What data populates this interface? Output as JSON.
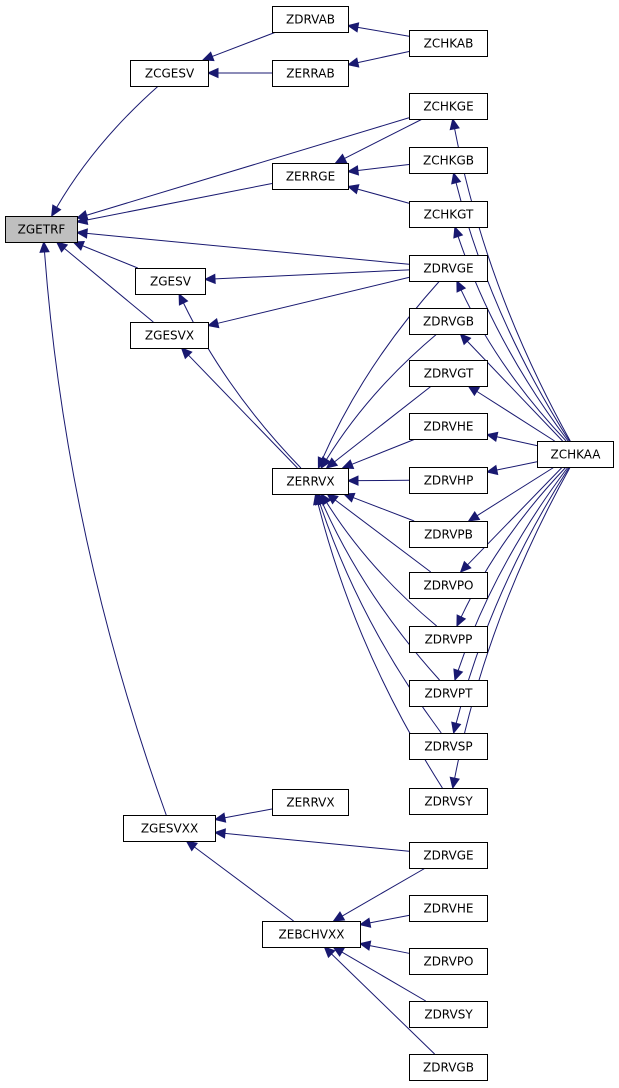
{
  "graph": {
    "nodes": [
      {
        "id": "n_zgetrf",
        "label": "ZGETRF",
        "highlight": true
      },
      {
        "id": "n_zcgesv",
        "label": "ZCGESV"
      },
      {
        "id": "n_zdrvab",
        "label": "ZDRVAB"
      },
      {
        "id": "n_zerrab",
        "label": "ZERRAB"
      },
      {
        "id": "n_zchkab",
        "label": "ZCHKAB"
      },
      {
        "id": "n_zchkge",
        "label": "ZCHKGE"
      },
      {
        "id": "n_zerrge",
        "label": "ZERRGE"
      },
      {
        "id": "n_zchkgb",
        "label": "ZCHKGB"
      },
      {
        "id": "n_zchkgt",
        "label": "ZCHKGT"
      },
      {
        "id": "n_zgesv",
        "label": "ZGESV"
      },
      {
        "id": "n_zdrvge",
        "label": "ZDRVGE"
      },
      {
        "id": "n_zgesvx",
        "label": "ZGESVX"
      },
      {
        "id": "n_zdrvgb",
        "label": "ZDRVGB"
      },
      {
        "id": "n_zdrvgt",
        "label": "ZDRVGT"
      },
      {
        "id": "n_zdrvhe",
        "label": "ZDRVHE"
      },
      {
        "id": "n_zchkaa",
        "label": "ZCHKAA"
      },
      {
        "id": "n_zerrvx",
        "label": "ZERRVX"
      },
      {
        "id": "n_zdrvhp",
        "label": "ZDRVHP"
      },
      {
        "id": "n_zdrvpb",
        "label": "ZDRVPB"
      },
      {
        "id": "n_zdrvpo",
        "label": "ZDRVPO"
      },
      {
        "id": "n_zdrvpp",
        "label": "ZDRVPP"
      },
      {
        "id": "n_zdrvpt",
        "label": "ZDRVPT"
      },
      {
        "id": "n_zdrvsp",
        "label": "ZDRVSP"
      },
      {
        "id": "n_zdrvsy",
        "label": "ZDRVSY"
      },
      {
        "id": "n_zgesvxx",
        "label": "ZGESVXX"
      },
      {
        "id": "n_zerrvx2",
        "label": "ZERRVX"
      },
      {
        "id": "n_zdrvge2",
        "label": "ZDRVGE"
      },
      {
        "id": "n_zebchvxx",
        "label": "ZEBCHVXX"
      },
      {
        "id": "n_zdrvhe2",
        "label": "ZDRVHE"
      },
      {
        "id": "n_zdrvpo2",
        "label": "ZDRVPO"
      },
      {
        "id": "n_zdrvsy2",
        "label": "ZDRVSY"
      },
      {
        "id": "n_zdrvgb2",
        "label": "ZDRVGB"
      }
    ],
    "edges": [
      {
        "from": "n_zcgesv",
        "to": "n_zgetrf"
      },
      {
        "from": "n_zchkge",
        "to": "n_zgetrf"
      },
      {
        "from": "n_zerrge",
        "to": "n_zgetrf"
      },
      {
        "from": "n_zdrvge",
        "to": "n_zgetrf"
      },
      {
        "from": "n_zgesv",
        "to": "n_zgetrf"
      },
      {
        "from": "n_zgesvx",
        "to": "n_zgetrf"
      },
      {
        "from": "n_zgesvxx",
        "to": "n_zgetrf"
      },
      {
        "from": "n_zdrvab",
        "to": "n_zcgesv"
      },
      {
        "from": "n_zerrab",
        "to": "n_zcgesv"
      },
      {
        "from": "n_zchkab",
        "to": "n_zdrvab"
      },
      {
        "from": "n_zchkab",
        "to": "n_zerrab"
      },
      {
        "from": "n_zchkge",
        "to": "n_zerrge"
      },
      {
        "from": "n_zchkgb",
        "to": "n_zerrge"
      },
      {
        "from": "n_zchkgt",
        "to": "n_zerrge"
      },
      {
        "from": "n_zdrvge",
        "to": "n_zgesv"
      },
      {
        "from": "n_zerrvx",
        "to": "n_zgesv"
      },
      {
        "from": "n_zdrvge",
        "to": "n_zgesvx"
      },
      {
        "from": "n_zerrvx",
        "to": "n_zgesvx"
      },
      {
        "from": "n_zdrvge",
        "to": "n_zerrvx"
      },
      {
        "from": "n_zdrvgb",
        "to": "n_zerrvx"
      },
      {
        "from": "n_zdrvgt",
        "to": "n_zerrvx"
      },
      {
        "from": "n_zdrvhe",
        "to": "n_zerrvx"
      },
      {
        "from": "n_zdrvhp",
        "to": "n_zerrvx"
      },
      {
        "from": "n_zdrvpb",
        "to": "n_zerrvx"
      },
      {
        "from": "n_zdrvpo",
        "to": "n_zerrvx"
      },
      {
        "from": "n_zdrvpp",
        "to": "n_zerrvx"
      },
      {
        "from": "n_zdrvpt",
        "to": "n_zerrvx"
      },
      {
        "from": "n_zdrvsp",
        "to": "n_zerrvx"
      },
      {
        "from": "n_zdrvsy",
        "to": "n_zerrvx"
      },
      {
        "from": "n_zchkaa",
        "to": "n_zchkge"
      },
      {
        "from": "n_zchkaa",
        "to": "n_zchkgb"
      },
      {
        "from": "n_zchkaa",
        "to": "n_zchkgt"
      },
      {
        "from": "n_zchkaa",
        "to": "n_zdrvge"
      },
      {
        "from": "n_zchkaa",
        "to": "n_zdrvgb"
      },
      {
        "from": "n_zchkaa",
        "to": "n_zdrvgt"
      },
      {
        "from": "n_zchkaa",
        "to": "n_zdrvhe"
      },
      {
        "from": "n_zchkaa",
        "to": "n_zdrvhp"
      },
      {
        "from": "n_zchkaa",
        "to": "n_zdrvpb"
      },
      {
        "from": "n_zchkaa",
        "to": "n_zdrvpo"
      },
      {
        "from": "n_zchkaa",
        "to": "n_zdrvpp"
      },
      {
        "from": "n_zchkaa",
        "to": "n_zdrvpt"
      },
      {
        "from": "n_zchkaa",
        "to": "n_zdrvsp"
      },
      {
        "from": "n_zchkaa",
        "to": "n_zdrvsy"
      },
      {
        "from": "n_zerrvx2",
        "to": "n_zgesvxx"
      },
      {
        "from": "n_zdrvge2",
        "to": "n_zgesvxx"
      },
      {
        "from": "n_zebchvxx",
        "to": "n_zgesvxx"
      },
      {
        "from": "n_zdrvge2",
        "to": "n_zebchvxx"
      },
      {
        "from": "n_zdrvhe2",
        "to": "n_zebchvxx"
      },
      {
        "from": "n_zdrvpo2",
        "to": "n_zebchvxx"
      },
      {
        "from": "n_zdrvsy2",
        "to": "n_zebchvxx"
      },
      {
        "from": "n_zdrvgb2",
        "to": "n_zebchvxx"
      }
    ],
    "colors": {
      "edge": "#191970",
      "node_border": "#000000",
      "node_fill": "#ffffff",
      "highlight_fill": "#bfbfbf"
    }
  }
}
